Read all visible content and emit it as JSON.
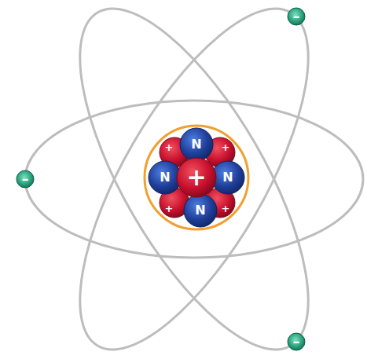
{
  "diagram": {
    "nodes": [
      {
        "text": [
          "–"
        ]
      },
      {
        "text": [
          "N"
        ]
      },
      {
        "text": [
          "+"
        ]
      },
      {
        "text": [
          "+"
        ]
      },
      {
        "text": [
          "N"
        ]
      },
      {
        "text": [
          "+"
        ]
      },
      {
        "text": [
          "N"
        ]
      },
      {
        "text": [
          "–"
        ]
      },
      {
        "text": [
          "+"
        ]
      },
      {
        "text": [
          "+"
        ]
      },
      {
        "text": [
          "N"
        ]
      },
      {
        "text": [
          "–"
        ]
      }
    ]
  }
}
